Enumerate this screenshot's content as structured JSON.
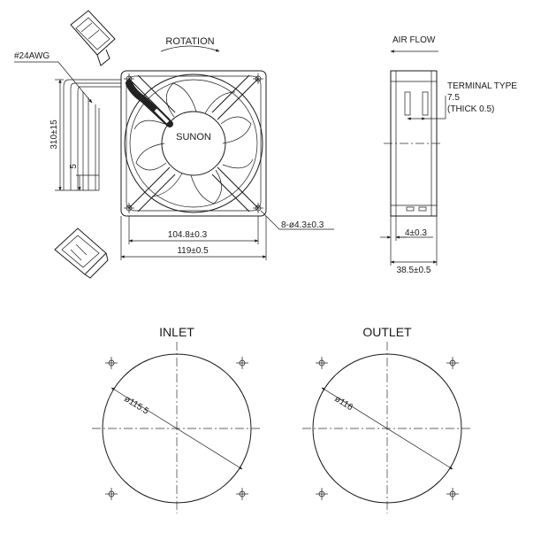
{
  "labels": {
    "rotation": "ROTATION",
    "air_flow": "AIR FLOW",
    "wire_gauge": "#24AWG",
    "brand": "SUNON",
    "terminal_type": "TERMINAL TYPE",
    "terminal_width": "7.5",
    "terminal_thick": "(THICK 0.5)",
    "inlet": "INLET",
    "outlet": "OUTLET"
  },
  "dimensions": {
    "lead_length": "310±15",
    "strip_length": "5",
    "hole_spacing": "104.8±0.3",
    "frame_width": "119±0.5",
    "mount_holes": "8-ø4.3±0.3",
    "flange": "4±0.3",
    "depth": "38.5±0.5",
    "inlet_diameter": "ø115.5",
    "outlet_diameter": "ø116"
  }
}
